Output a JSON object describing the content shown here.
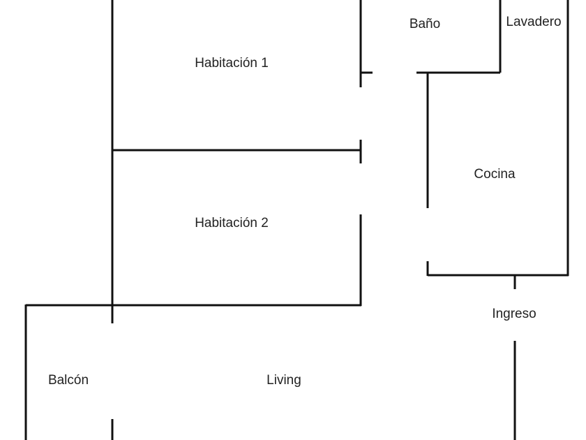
{
  "floor_plan": {
    "rooms": {
      "habitacion_1": "Habitación 1",
      "habitacion_2": "Habitación 2",
      "bano": "Baño",
      "lavadero": "Lavadero",
      "cocina": "Cocina",
      "ingreso": "Ingreso",
      "balcon": "Balcón",
      "living": "Living"
    },
    "colors": {
      "wall": "#111111",
      "label": "#222222",
      "background": "#ffffff"
    }
  }
}
